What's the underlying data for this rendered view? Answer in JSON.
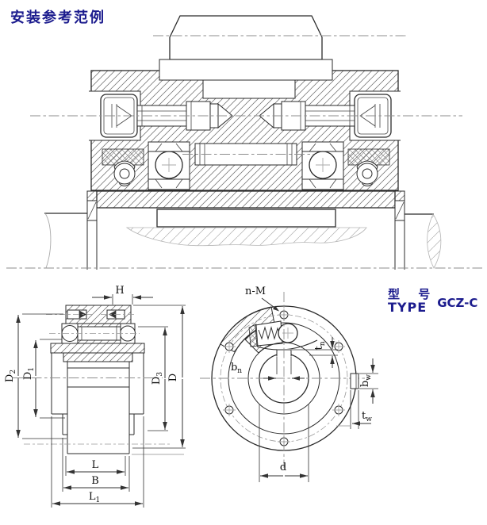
{
  "title": "安装参考范例",
  "type_block": {
    "cn": "型 号",
    "en": "TYPE",
    "model": "GCZ-C"
  },
  "colors": {
    "title_navy": "#1c1c8e",
    "line_dark": "#2b2b2b",
    "centerline_gray": "#8d8d8d"
  },
  "dim_labels": {
    "H": {
      "main": "H",
      "sub": ""
    },
    "D2": {
      "main": "D",
      "sub": "2"
    },
    "D1": {
      "main": "D",
      "sub": "1"
    },
    "D3": {
      "main": "D",
      "sub": "3"
    },
    "D": {
      "main": "D",
      "sub": ""
    },
    "L": {
      "main": "L",
      "sub": ""
    },
    "B": {
      "main": "B",
      "sub": ""
    },
    "L1": {
      "main": "L",
      "sub": "1"
    },
    "n_M": {
      "main": "n-M",
      "sub": ""
    },
    "b_n": {
      "main": "b",
      "sub": "n"
    },
    "t_n": {
      "main": "t",
      "sub": "n"
    },
    "d": {
      "main": "d",
      "sub": ""
    },
    "b_w": {
      "main": "b",
      "sub": "w"
    },
    "t_w": {
      "main": "t",
      "sub": "w"
    }
  }
}
